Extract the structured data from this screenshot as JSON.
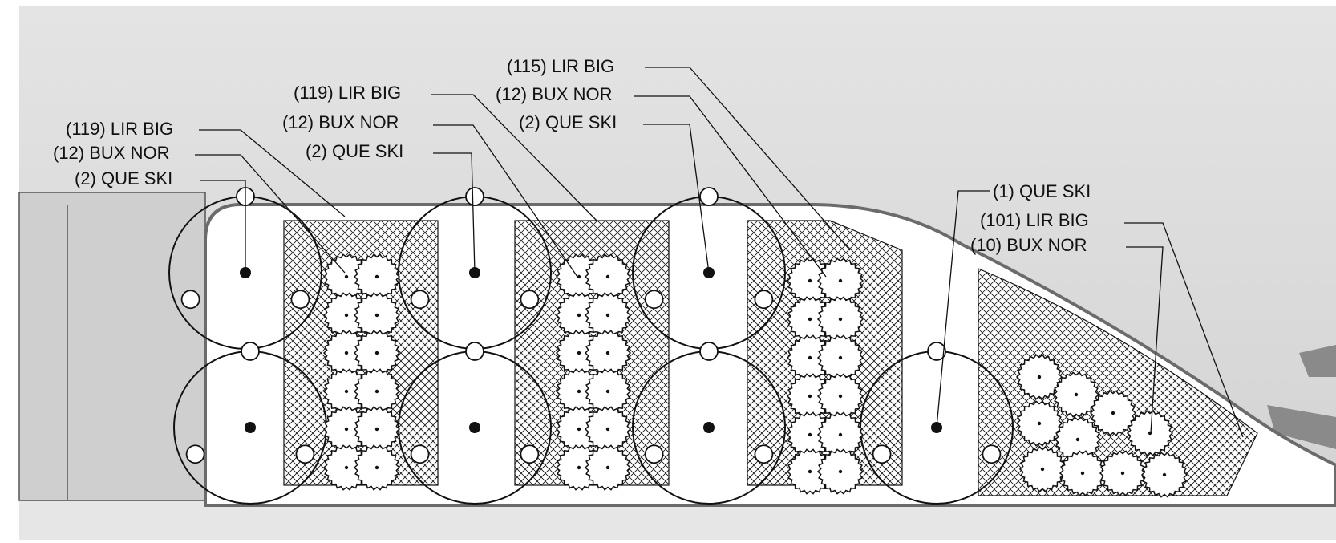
{
  "colors": {
    "background": "#d8d8d8",
    "page": "#ffffff",
    "bed": "#ffffff",
    "hatch_area": "#f2f2f2",
    "line": "#111111",
    "outline": "#6b6b6b"
  },
  "groups": [
    {
      "labels": [
        "(119) LIR BIG",
        "(12) BUX NOR",
        "(2) QUE SKI"
      ],
      "lines": [
        {
          "pos": "lirBig",
          "icon": "hatched-area-icon"
        },
        {
          "pos": "buxNor",
          "icon": "shrub-icon"
        },
        {
          "pos": "queSki",
          "icon": "tree-icon"
        }
      ]
    },
    {
      "labels": [
        "(119) LIR BIG",
        "(12) BUX NOR",
        "(2) QUE SKI"
      ],
      "lines": [
        {
          "pos": "lirBig",
          "icon": "hatched-area-icon"
        },
        {
          "pos": "buxNor",
          "icon": "shrub-icon"
        },
        {
          "pos": "queSki",
          "icon": "tree-icon"
        }
      ]
    },
    {
      "labels": [
        "(115) LIR BIG",
        "(12) BUX NOR",
        "(2) QUE SKI"
      ],
      "lines": [
        {
          "pos": "lirBig",
          "icon": "hatched-area-icon"
        },
        {
          "pos": "buxNor",
          "icon": "shrub-icon"
        },
        {
          "pos": "queSki",
          "icon": "tree-icon"
        }
      ]
    },
    {
      "labels": [
        "(1) QUE SKI",
        "(101) LIR BIG",
        "(10) BUX NOR"
      ],
      "lines": [
        {
          "pos": "queSki",
          "icon": "tree-icon"
        },
        {
          "pos": "lirBig",
          "icon": "hatched-area-icon"
        },
        {
          "pos": "buxNor",
          "icon": "shrub-icon"
        }
      ]
    }
  ]
}
